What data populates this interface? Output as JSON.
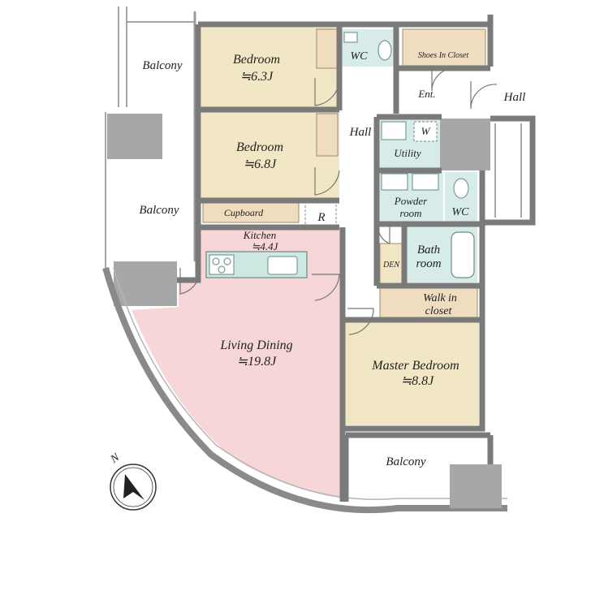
{
  "colors": {
    "bedroom": "#f1e7c4",
    "living": "#f6d6d6",
    "wet": "#d7ece9",
    "closet": "#f0dcbe",
    "counter": "#cde7e1",
    "pillar": "#a7a7a7",
    "wall": "#7a7a7a"
  },
  "rooms": {
    "balcony_top": "Balcony",
    "balcony_left": "Balcony",
    "balcony_bottom": "Balcony",
    "bedroom1_name": "Bedroom",
    "bedroom1_size": "≒6.3J",
    "bedroom2_name": "Bedroom",
    "bedroom2_size": "≒6.8J",
    "cupboard": "Cupboard",
    "r": "R",
    "kitchen_name": "Kitchen",
    "kitchen_size": "≒4.4J",
    "living_name": "Living Dining",
    "living_size": "≒19.8J",
    "hall_center": "Hall",
    "hall_right": "Hall",
    "wc_top": "WC",
    "shoes": "Shoes In Closet",
    "ent": "Ent.",
    "w": "W",
    "utility": "Utility",
    "powder_line1": "Powder",
    "powder_line2": "room",
    "wc_side": "WC",
    "bath_line1": "Bath",
    "bath_line2": "room",
    "den": "DEN",
    "walkin_line1": "Walk in",
    "walkin_line2": "closet",
    "master_name": "Master Bedroom",
    "master_size": "≒8.8J"
  },
  "compass": {
    "label": "N",
    "icon": "north-arrow-icon"
  }
}
